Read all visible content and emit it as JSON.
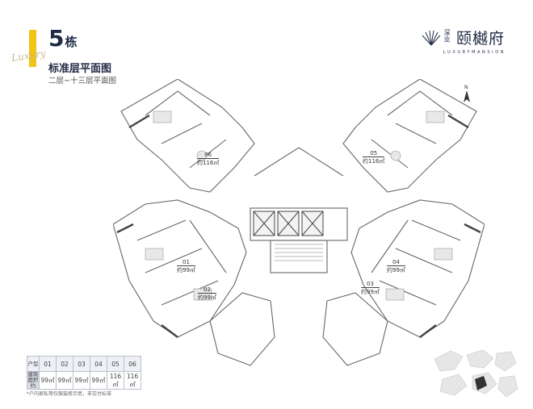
{
  "header": {
    "building_number": "5",
    "building_suffix": "栋",
    "title": "标准层平面图",
    "subtitle": "二层~十三层平面图",
    "script_text": "Luxury"
  },
  "logo": {
    "small_text": "深业",
    "name": "颐樾府",
    "english": "LUXURYMANSION"
  },
  "compass": {
    "label": "N"
  },
  "units": [
    {
      "num": "06",
      "area": "约116㎡"
    },
    {
      "num": "05",
      "area": "约116㎡"
    },
    {
      "num": "01",
      "area": "约99㎡"
    },
    {
      "num": "02",
      "area": "约99㎡"
    },
    {
      "num": "03",
      "area": "约99㎡"
    },
    {
      "num": "04",
      "area": "约99㎡"
    }
  ],
  "table": {
    "row1_header": "户型",
    "row2_header": "建筑面积约",
    "unit_types": [
      "01",
      "02",
      "03",
      "04",
      "05",
      "06"
    ],
    "areas": [
      "99㎡",
      "99㎡",
      "99㎡",
      "99㎡",
      "116㎡",
      "116㎡"
    ]
  },
  "footnote": "*户内家私等仅做装修示意，非交付标准",
  "colors": {
    "accent": "#f0c419",
    "navy": "#1f2a44",
    "line": "#555555"
  }
}
